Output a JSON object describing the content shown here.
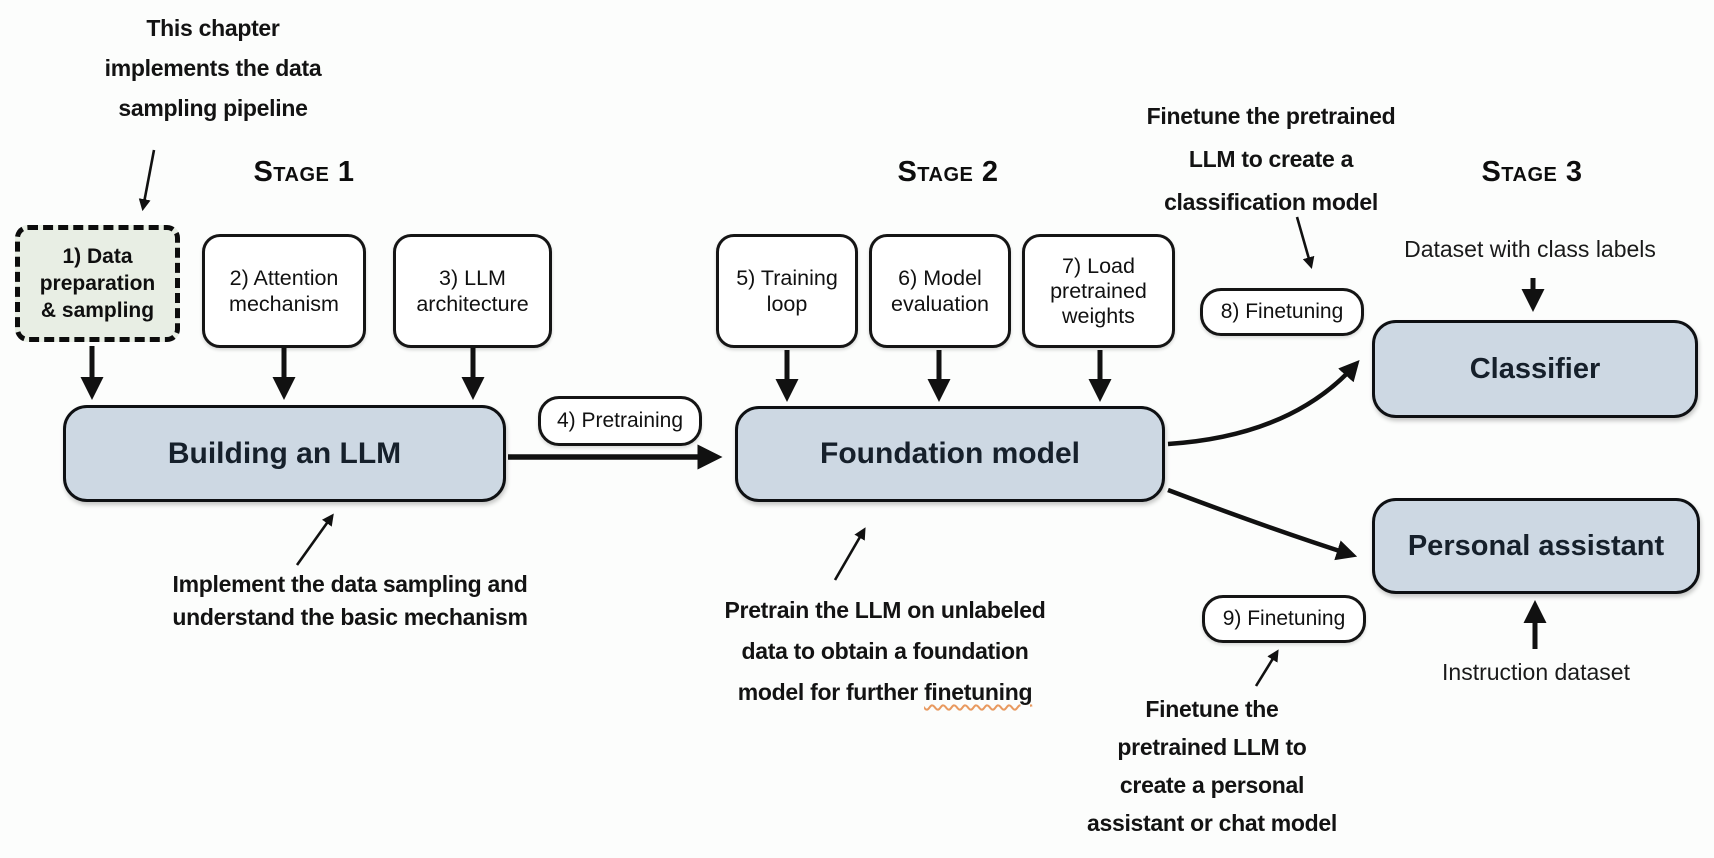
{
  "headings": {
    "stage1": "Stage 1",
    "stage2": "Stage 2",
    "stage3": "Stage 3"
  },
  "annotations": {
    "chapter_note": "This chapter\nimplements the data\nsampling pipeline",
    "stage1_note": "Implement the data sampling and\nunderstand the basic mechanism",
    "stage2_note_before": "Pretrain the LLM on unlabeled\ndata to obtain a foundation\nmodel for further ",
    "stage2_note_underlined": "finetuning",
    "classification_note": "Finetune the pretrained\nLLM to create a\nclassification model",
    "assistant_note": "Finetune the\npretrained LLM to\ncreate a personal\nassistant or chat model"
  },
  "steps": {
    "step1": "1) Data\npreparation\n& sampling",
    "step2": "2) Attention\nmechanism",
    "step3": "3) LLM\narchitecture",
    "step4": "4) Pretraining",
    "step5": "5) Training\nloop",
    "step6": "6) Model\nevaluation",
    "step7": "7) Load\npretrained\nweights",
    "step8": "8) Finetuning",
    "step9": "9) Finetuning"
  },
  "nodes": {
    "building": "Building an LLM",
    "foundation": "Foundation model",
    "classifier": "Classifier",
    "assistant": "Personal assistant"
  },
  "io_labels": {
    "class_dataset": "Dataset with class labels",
    "instruction_dataset": "Instruction dataset"
  },
  "colors": {
    "node_blue": "#cdd8e3",
    "step1_green": "#e8eee4",
    "line_black": "#111111",
    "squiggle_orange": "#e8995f"
  }
}
